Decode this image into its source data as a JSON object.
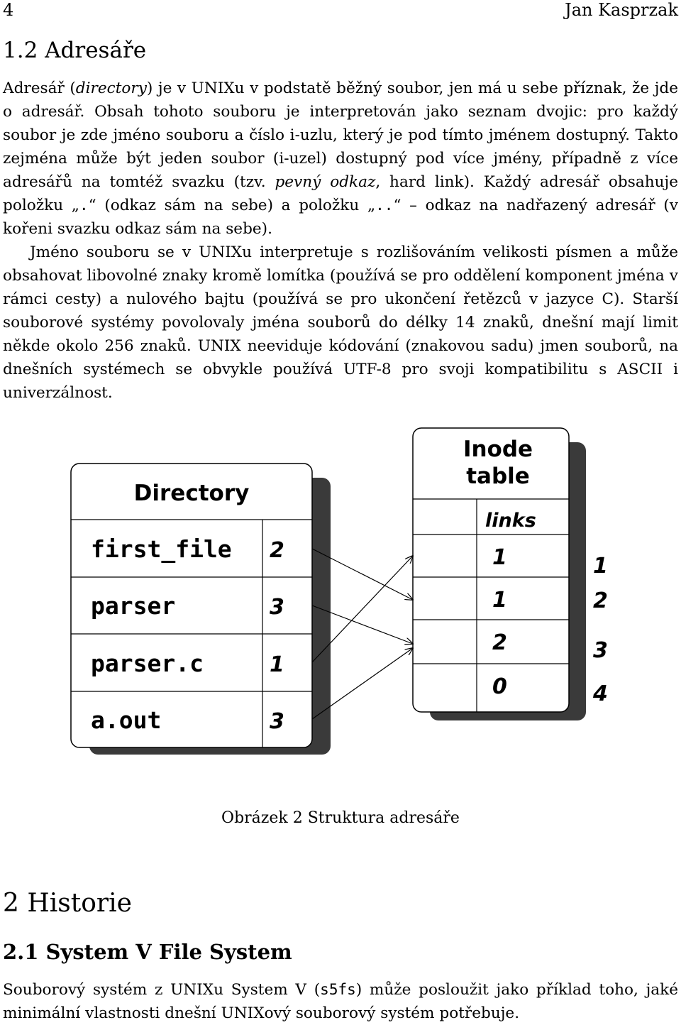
{
  "header": {
    "page_number": "4",
    "author": "Jan Kasprzak"
  },
  "section_1_2": {
    "title": "1.2 Adresáře",
    "p1": {
      "a": "Adresář (",
      "a_em": "directory",
      "b": ") je v UNIXu v podstatě běžný soubor, jen má u sebe příznak, že jde o adresář. Obsah tohoto souboru je interpretován jako seznam dvojic: pro každý soubor je zde jméno souboru a číslo i-uzlu, který je pod tímto jménem dostupný. Takto zejména může být jeden soubor (i-uzel) dostupný pod více jmény, případně z více adresářů na tomtéž svazku (tzv. ",
      "b_em": "pevný odkaz",
      "c": ", hard link). Každý adresář obsahuje položku „",
      "c_code": ".",
      "d": "“ (odkaz sám na sebe) a položku „",
      "d_code": "..",
      "e": "“ – odkaz na nadřazený adresář (v kořeni svazku odkaz sám na sebe)."
    },
    "p2": "Jméno souboru se v UNIXu interpretuje s rozlišováním velikosti písmen a může obsahovat libovolné znaky kromě lomítka (používá se pro oddělení komponent jména v rámci cesty) a nulového bajtu (používá se pro ukončení řetězců v jazyce C). Starší souborové systémy povolovaly jména souborů do délky 14 znaků, dnešní mají limit někde okolo 256 znaků. UNIX neeviduje kódování (znakovou sadu) jmen souborů, na dnešních systémech se obvykle používá UTF-8 pro svoji kompatibilitu s ASCII i univerzálnost."
  },
  "figure": {
    "directory_title": "Directory",
    "entries": [
      {
        "name": "first_file",
        "inode": "2"
      },
      {
        "name": "parser",
        "inode": "3"
      },
      {
        "name": "parser.c",
        "inode": "1"
      },
      {
        "name": "a.out",
        "inode": "3"
      }
    ],
    "inode_title_line1": "Inode",
    "inode_title_line2": "table",
    "links_header": "links",
    "links": [
      "1",
      "1",
      "2",
      "0"
    ],
    "inode_numbers": [
      "1",
      "2",
      "3",
      "4"
    ],
    "caption": "Obrázek 2 Struktura adresáře"
  },
  "section_2": {
    "title": "2 Historie"
  },
  "section_2_1": {
    "title": "2.1 System V File System",
    "p1": {
      "a": "Souborový systém z UNIXu System V (",
      "code": "s5fs",
      "b": ") může posloužit jako příklad toho, jaké minimální vlastnosti dnešní UNIXový souborový systém potřebuje."
    }
  }
}
